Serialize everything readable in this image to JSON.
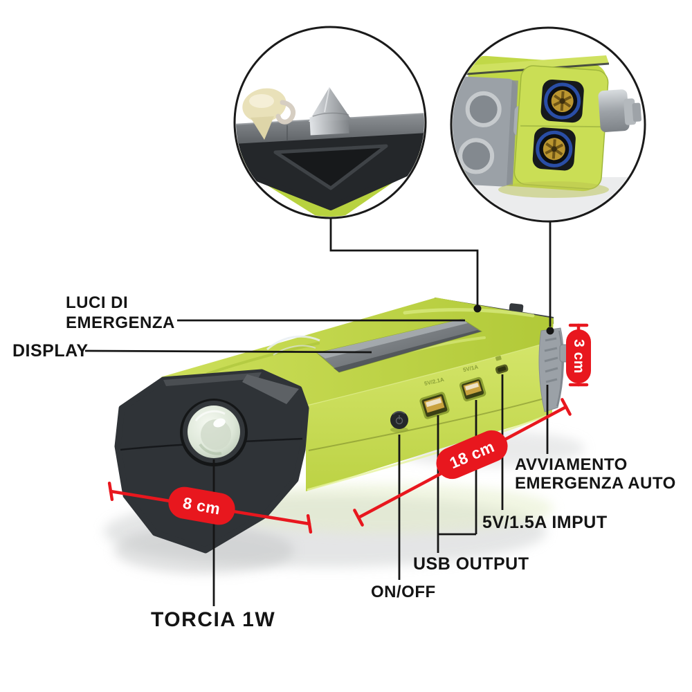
{
  "page": {
    "background": "#ffffff"
  },
  "labels": {
    "emergency_lights": {
      "line1": "LUCI DI",
      "line2": "EMERGENZA"
    },
    "display": "DISPLAY",
    "jump_start": {
      "line1": "AVVIAMENTO",
      "line2": "EMERGENZA AUTO"
    },
    "input": "5V/1.5A IMPUT",
    "usb_output": "USB OUTPUT",
    "power": "ON/OFF",
    "torch": "TORCIA 1W"
  },
  "dimensions": {
    "height": "3 cm",
    "length": "18 cm",
    "width": "8 cm"
  },
  "device": {
    "port_labels": {
      "usb1": "5V/2.1A",
      "usb2": "5V/1A"
    },
    "colors": {
      "body_green": "#bfd643",
      "front_green": "#cbde55",
      "cap_dark": "#2f3337",
      "accent_red": "#e8171e",
      "display_gray": "#5d6165",
      "port_cover_gray": "#9ba1a7",
      "terminal_gold": "#bb9630",
      "terminal_blue": "#2a4ea6"
    }
  },
  "callouts": {
    "left_detail_icon": "glass-breaker-tip-detail",
    "right_detail_icon": "jump-start-terminals-detail"
  }
}
